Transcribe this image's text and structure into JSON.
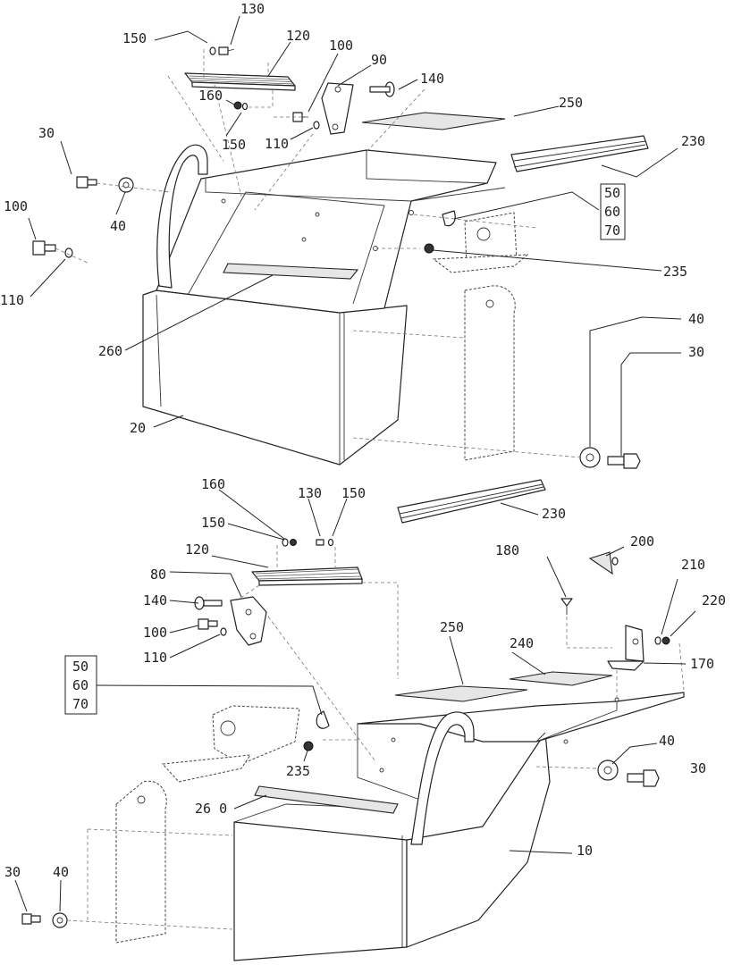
{
  "callouts_top": {
    "c130": "130",
    "c150a": "150",
    "c120": "120",
    "c100a": "100",
    "c90": "90",
    "c140": "140",
    "c250": "250",
    "c160": "160",
    "c150b": "150",
    "c110a": "110",
    "c30a": "30",
    "c230": "230",
    "c100b": "100",
    "c40a": "40",
    "c50": "50",
    "c60": "60",
    "c70": "70",
    "c110b": "110",
    "c235": "235",
    "c260": "260",
    "c40b": "40",
    "c30b": "30",
    "c20": "20"
  },
  "callouts_bottom": {
    "c160": "160",
    "c130": "130",
    "c150a": "150",
    "c150b": "150",
    "c230": "230",
    "c120": "120",
    "c180": "180",
    "c200": "200",
    "c80": "80",
    "c210": "210",
    "c140": "140",
    "c220": "220",
    "c100": "100",
    "c110": "110",
    "c250": "250",
    "c240": "240",
    "c170": "170",
    "c50": "50",
    "c60": "60",
    "c70": "70",
    "c40a": "40",
    "c235": "235",
    "c30a": "30",
    "c260": "26 0",
    "c10": "10",
    "c30b": "30",
    "c40b": "40"
  }
}
